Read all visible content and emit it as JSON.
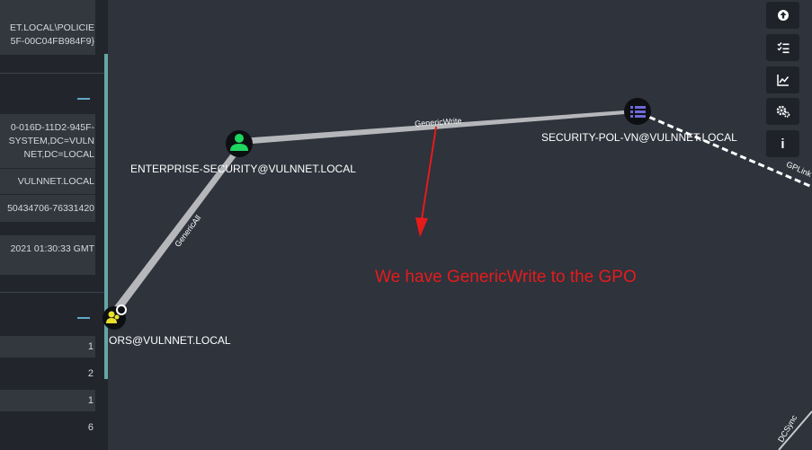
{
  "left_panel": {
    "policy_path": [
      "ET.LOCAL\\POLICIE",
      "5F-00C04FB984F9}"
    ],
    "distinguished_name": [
      "0-016D-11D2-945F-",
      "SYSTEM,DC=VULN",
      "NET,DC=LOCAL"
    ],
    "domain": "VULNNET.LOCAL",
    "object_id": "50434706-76331420",
    "when_created": "2021 01:30:33 GMT",
    "counts": [
      "1",
      "2",
      "1",
      "6"
    ]
  },
  "graph": {
    "nodes": {
      "enterprise_security": "ENTERPRISE-SECURITY@VULNNET.LOCAL",
      "security_pol": "SECURITY-POL-VN@VULNNET.LOCAL",
      "operators": "ORS@VULNNET.LOCAL"
    },
    "edges": {
      "generic_write": "GenericWrite",
      "generic_all": "GenericAll",
      "gp_link": "GPLink",
      "dc_sync": "DCSync"
    },
    "annotation": "We have GenericWrite to the GPO"
  },
  "toolbar": {
    "icons": [
      "upload-icon",
      "checklist-icon",
      "chart-icon",
      "settings-icon",
      "info-icon"
    ],
    "info_label": "i"
  },
  "colors": {
    "background": "#2e333c",
    "panel": "#22262c",
    "edge": "#b5b7ba",
    "annotation": "#e61b1b",
    "user_node": "#1ed760",
    "gpo_node": "#6e6ad6"
  }
}
